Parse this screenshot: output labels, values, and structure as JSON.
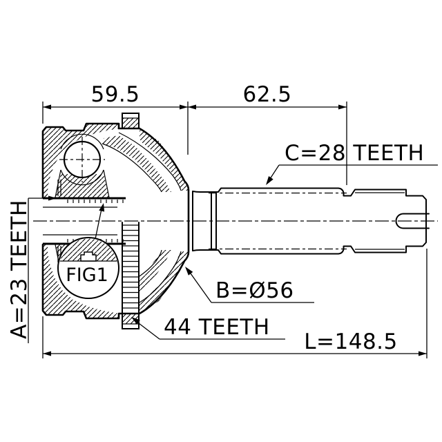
{
  "diagram": {
    "figure_label": "FIG1",
    "dimensions": {
      "housing_width": "59.5",
      "shaft_width": "62.5",
      "total_length": "L=148.5",
      "housing_diameter": "B=Ø56"
    },
    "splines": {
      "inner": "A=23 TEETH",
      "outer": "C=28 TEETH",
      "abs_ring": "44 TEETH"
    }
  }
}
